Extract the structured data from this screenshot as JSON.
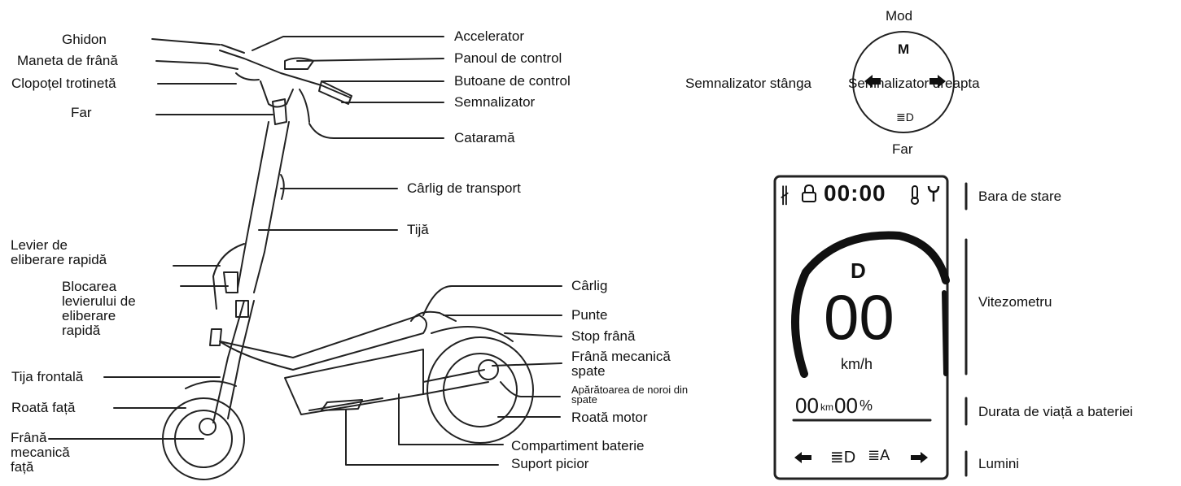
{
  "scooter_labels": {
    "handlebar": "Ghidon",
    "brake_lever": "Maneta de frână",
    "bell": "Clopoțel trotinetă",
    "headlight": "Far",
    "quick_release_lever": [
      "Levier de",
      "eliberare rapidă"
    ],
    "quick_release_lock": [
      "Blocarea",
      "levierului de",
      "eliberare",
      "rapidă"
    ],
    "front_fork": "Tija frontală",
    "front_wheel": "Roată față",
    "front_brake": [
      "Frână",
      "mecanică",
      "față"
    ],
    "accelerator": "Accelerator",
    "dashboard": "Panoul de control",
    "control_buttons": "Butoane de control",
    "turn_signal": "Semnalizator",
    "buckle": "Cataramă",
    "carry_hook": "Cârlig de transport",
    "stem": "Tijă",
    "hook": "Cârlig",
    "deck": "Punte",
    "brake_light": "Stop frână",
    "rear_brake": [
      "Frână mecanică",
      "spate"
    ],
    "rear_fender": [
      "Apărătoarea de noroi din",
      "spate"
    ],
    "motor_wheel": "Roată motor",
    "battery_compartment": "Compartiment baterie",
    "kickstand": "Suport picior"
  },
  "control_pad": {
    "top_label": "Mod",
    "bottom_label": "Far",
    "left_label": "Semnalizator stânga",
    "right_label": "Semnalizator dreapta",
    "center_top": "M",
    "center_bottom": "≣D"
  },
  "display": {
    "status_time": "00:00",
    "gear": "D",
    "speed": "00",
    "speed_unit": "km/h",
    "mileage": "00",
    "mileage_unit": "km",
    "battery": "00",
    "battery_unit": "%",
    "icons": [
      "bluetooth-icon",
      "lock-icon",
      "temperature-icon",
      "wrench-icon",
      "left-arrow-icon",
      "headlight-icon",
      "auto-light-icon",
      "right-arrow-icon"
    ]
  },
  "display_sections": {
    "status_bar": "Bara de stare",
    "speedometer": "Vitezometru",
    "battery_life": "Durata de viață a bateriei",
    "lights": "Lumini"
  }
}
